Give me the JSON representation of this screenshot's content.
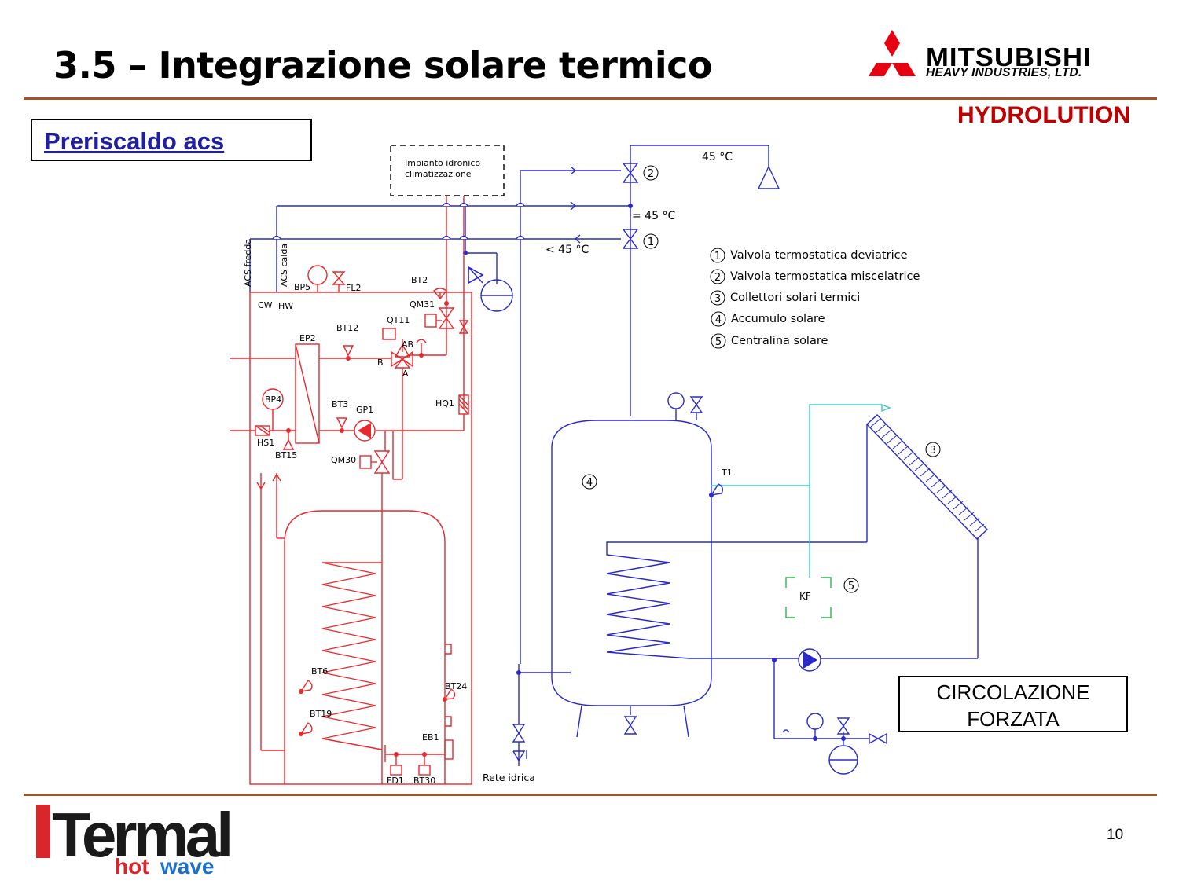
{
  "title": "3.5 – Integrazione solare termico",
  "brand": {
    "company": "MITSUBISHI",
    "company_sub": "HEAVY INDUSTRIES, LTD.",
    "product": "HYDROLUTION"
  },
  "subtitle": "Preriscaldo acs",
  "mode_label_line1": "CIRCOLAZIONE",
  "mode_label_line2": "FORZATA",
  "page_number": "10",
  "footer_logo": {
    "name": "Termal",
    "tagline1": "hot",
    "tagline2": "wave"
  },
  "legend": [
    {
      "num": "1",
      "text": "Valvola termostatica deviatrice"
    },
    {
      "num": "2",
      "text": "Valvola termostatica miscelatrice"
    },
    {
      "num": "3",
      "text": "Collettori solari termici"
    },
    {
      "num": "4",
      "text": "Accumulo solare"
    },
    {
      "num": "5",
      "text": "Centralina solare"
    }
  ],
  "diagram_labels": {
    "impianto_1": "Impianto idronico",
    "impianto_2": "climatizzazione",
    "temp_out": "45 °C",
    "temp_eq": "= 45 °C",
    "temp_lt": "< 45 °C",
    "acs_fredda": "ACS fredda",
    "acs_calda": "ACS calda",
    "cw": "CW",
    "hw": "HW",
    "bp5": "BP5",
    "fl2": "FL2",
    "bt2": "BT2",
    "qm31": "QM31",
    "qt11": "QT11",
    "bt12": "BT12",
    "ep2": "EP2",
    "ab": "AB",
    "b": "B",
    "a": "A",
    "bp4": "BP4",
    "bt3": "BT3",
    "gp1": "GP1",
    "hq1": "HQ1",
    "hs1": "HS1",
    "bt15": "BT15",
    "qm30": "QM30",
    "bt6": "BT6",
    "bt24": "BT24",
    "bt19": "BT19",
    "eb1": "EB1",
    "fd1": "FD1",
    "bt30": "BT30",
    "rete": "Rete idrica",
    "t1": "T1",
    "kf": "KF",
    "n1": "1",
    "n2": "2",
    "n3": "3",
    "n4": "4",
    "n5": "5"
  },
  "colors": {
    "heat_pump_circuit": "#e8282d",
    "water_circuit": "#2a2acc",
    "sensor_line": "#40c8c8",
    "controller": "#2db54a",
    "rule": "#a0522d",
    "brand_red": "#c00000",
    "subtitle_blue": "#1f1f9f"
  }
}
